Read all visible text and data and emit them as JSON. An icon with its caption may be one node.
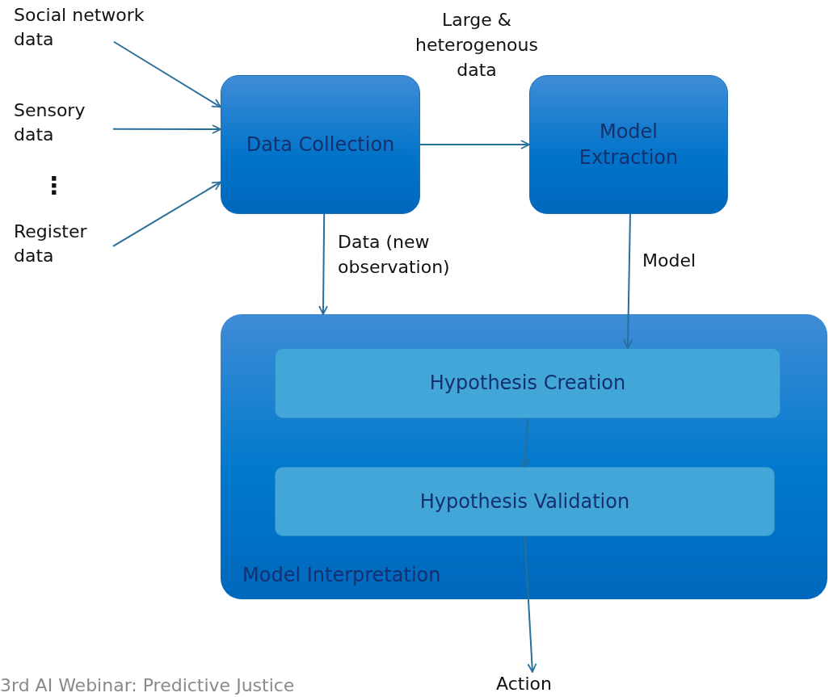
{
  "diagram": {
    "nodes": [
      {
        "text": [
          "Social network data"
        ]
      },
      {
        "text": [
          "Sensory data"
        ]
      },
      {
        "text": [
          "Register data"
        ]
      },
      {
        "text": [
          "Data Collection"
        ]
      },
      {
        "text": [
          "Model Extraction"
        ]
      },
      {
        "text": [
          "Model Interpretation"
        ]
      },
      {
        "text": [
          "Hypothesis Creation"
        ],
        "in": 5
      },
      {
        "text": [
          "Hypothesis Validation"
        ],
        "in": 5
      },
      {
        "text": [
          "Action"
        ]
      }
    ],
    "edges": [
      {
        "from": 0,
        "to": 3,
        "arrow": "to"
      },
      {
        "from": 1,
        "to": 3,
        "arrow": "to"
      },
      {
        "from": 2,
        "to": 3,
        "arrow": "to"
      },
      {
        "from": 3,
        "to": 4,
        "arrow": "to",
        "label": "Large & heterogenous data"
      },
      {
        "from": 3,
        "to": 5,
        "arrow": "to",
        "label": "Data (new observation)"
      },
      {
        "from": 4,
        "to": 6,
        "arrow": "to",
        "label": "Model"
      },
      {
        "from": 6,
        "to": 7,
        "arrow": "to"
      },
      {
        "from": 7,
        "to": 8,
        "arrow": "to"
      }
    ],
    "labels": [
      "⋮",
      "3rd AI Webinar: Predictive Justice"
    ]
  }
}
